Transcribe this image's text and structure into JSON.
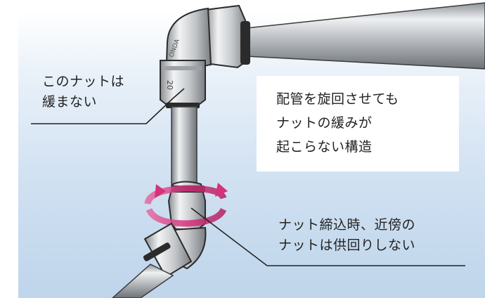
{
  "labels": {
    "top_left": "このナットは\n緩まない",
    "callout": "配管を旋回させても\nナットの緩みが\n起こらない構造",
    "bottom_right": "ナット締込時、近傍の\nナットは供回りしない"
  },
  "fitting_markings": {
    "elbow_text": "ONDA",
    "nut_size": "20"
  },
  "colors": {
    "rotation_arrow": "#d6317a",
    "pipe_metal": "#b8bcc0",
    "nut_dark": "#2b2b2b",
    "background_blue": "#cfe0f1"
  },
  "icons": {
    "rotation": "rotation-arrow-icon"
  }
}
